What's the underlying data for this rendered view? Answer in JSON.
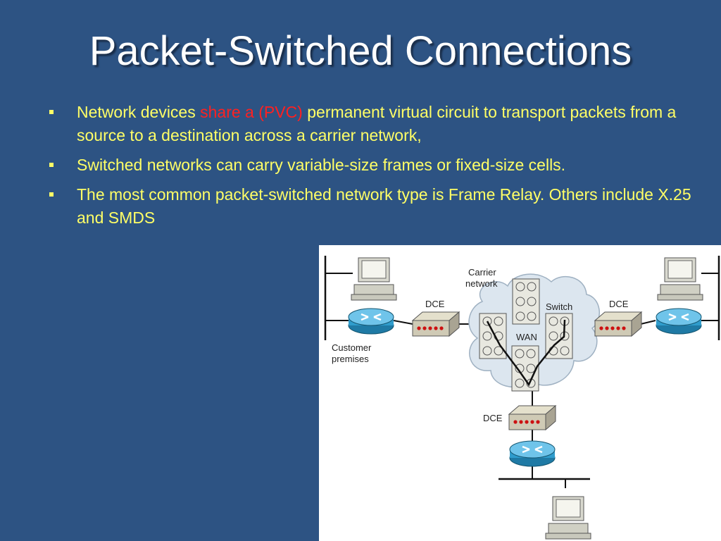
{
  "slide": {
    "title": "Packet-Switched Connections",
    "bullets": [
      {
        "part1": "Network devices ",
        "highlight": "share a (PVC)",
        "part2": " permanent virtual circuit to transport packets from a source to a destination across a carrier network,"
      },
      {
        "text": "Switched networks can carry variable-size frames or fixed-size cells."
      },
      {
        "text": "The most common packet-switched network type is Frame Relay. Others include X.25 and SMDS"
      }
    ],
    "colors": {
      "background": "#2d5383",
      "bullet_text": "#ffff66",
      "highlight": "#ff2020",
      "title": "#ffffff"
    }
  },
  "diagram": {
    "labels": {
      "carrier_line1": "Carrier",
      "carrier_line2": "network",
      "dce_left": "DCE",
      "dce_right": "DCE",
      "dce_bottom": "DCE",
      "switch": "Switch",
      "wan": "WAN",
      "customer_line1": "Customer",
      "customer_line2": "premises"
    }
  }
}
